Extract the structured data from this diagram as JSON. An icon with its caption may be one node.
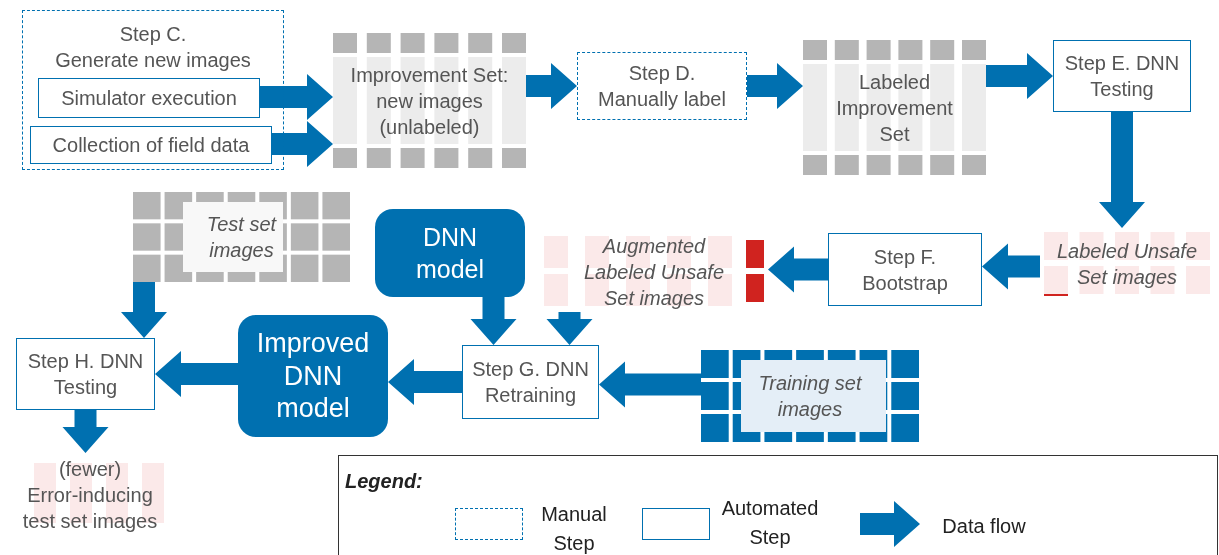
{
  "diagram": {
    "nodes": [
      {
        "text": [
          "Step C. Generate new images"
        ]
      },
      {
        "text": [
          "Simulator execution"
        ],
        "in": 0
      },
      {
        "text": [
          "Collection of field data"
        ],
        "in": 0
      },
      {
        "text": [
          "Improvement Set: new images (unlabeled)"
        ]
      },
      {
        "text": [
          "Step D. Manually label"
        ]
      },
      {
        "text": [
          "Labeled Improvement Set"
        ]
      },
      {
        "text": [
          "Step E. DNN Testing"
        ]
      },
      {
        "text": [
          "Labeled Unsafe Set images"
        ]
      },
      {
        "text": [
          "Step F. Bootstrap"
        ]
      },
      {
        "text": [
          "Augmented Labeled Unsafe Set images"
        ]
      },
      {
        "text": [
          "Test set images"
        ]
      },
      {
        "text": [
          "DNN model"
        ]
      },
      {
        "text": [
          "Step H. DNN Testing"
        ]
      },
      {
        "text": [
          "Improved DNN model"
        ]
      },
      {
        "text": [
          "Step G. DNN Retraining"
        ]
      },
      {
        "text": [
          "Training set images"
        ]
      },
      {
        "text": [
          "(fewer) Error-inducing test set images"
        ]
      }
    ],
    "edges": [
      {
        "from": 1,
        "to": 3,
        "arrow": "to"
      },
      {
        "from": 2,
        "to": 3,
        "arrow": "to"
      },
      {
        "from": 3,
        "to": 4,
        "arrow": "to"
      },
      {
        "from": 4,
        "to": 5,
        "arrow": "to"
      },
      {
        "from": 5,
        "to": 6,
        "arrow": "to"
      },
      {
        "from": 6,
        "to": 7,
        "arrow": "to"
      },
      {
        "from": 7,
        "to": 8,
        "arrow": "to"
      },
      {
        "from": 8,
        "to": 9,
        "arrow": "to"
      },
      {
        "from": 9,
        "to": 14,
        "arrow": "to"
      },
      {
        "from": 11,
        "to": 14,
        "arrow": "to"
      },
      {
        "from": 15,
        "to": 14,
        "arrow": "to"
      },
      {
        "from": 14,
        "to": 13,
        "arrow": "to"
      },
      {
        "from": 13,
        "to": 12,
        "arrow": "to"
      },
      {
        "from": 10,
        "to": 12,
        "arrow": "to"
      },
      {
        "from": 12,
        "to": 16,
        "arrow": "to"
      }
    ],
    "labels": [
      "Legend:"
    ],
    "legend": [
      {
        "text": "Manual Step"
      },
      {
        "text": "Automated Step"
      },
      {
        "text": "Data flow"
      }
    ]
  }
}
